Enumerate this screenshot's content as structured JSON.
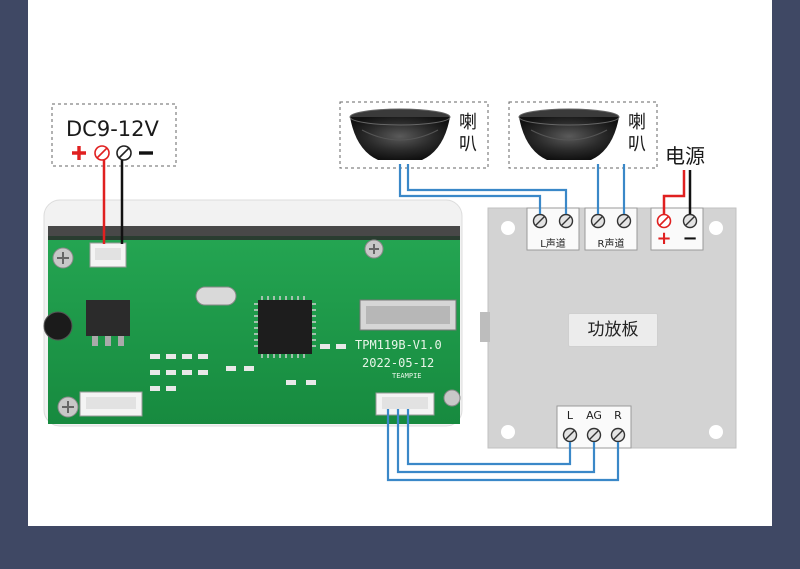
{
  "power_input": {
    "label": "DC9-12V",
    "plus": "+",
    "minus": "−"
  },
  "speakers": [
    {
      "label": "喇叭"
    },
    {
      "label": "喇叭"
    }
  ],
  "power_supply": {
    "label": "电源"
  },
  "amplifier": {
    "title": "功放板",
    "left_channel": "L声道",
    "right_channel": "R声道",
    "power_plus": "+",
    "power_minus": "−",
    "input_labels": [
      "L",
      "AG",
      "R"
    ]
  },
  "pcb": {
    "model": "TPM119B-V1.0",
    "date": "2022-05-12",
    "brand": "TEAMPIE"
  },
  "colors": {
    "pcb_green": "#1f9a4a",
    "wire_blue": "#3a88c8",
    "wire_red": "#e02020",
    "wire_black": "#111111",
    "amp_board": "#d3d3d3",
    "background": "#3f4864"
  }
}
